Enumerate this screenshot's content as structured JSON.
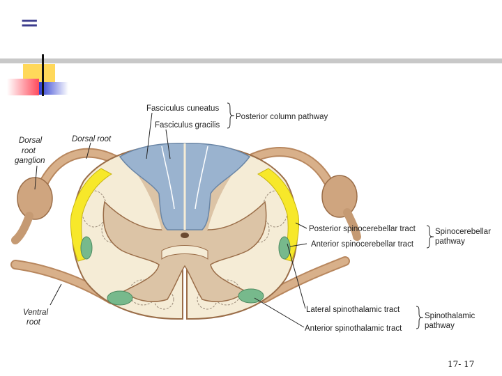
{
  "header": {
    "menu_glyph": "="
  },
  "diagram": {
    "labels": {
      "fasciculus_cuneatus": "Fasciculus cuneatus",
      "fasciculus_gracilis": "Fasciculus gracilis",
      "posterior_column_pathway": "Posterior column pathway",
      "dorsal_root_ganglion": [
        "Dorsal",
        "root",
        "ganglion"
      ],
      "dorsal_root": "Dorsal root",
      "posterior_spinocerebellar": "Posterior spinocerebellar tract",
      "anterior_spinocerebellar": "Anterior spinocerebellar tract",
      "spinocerebellar_pathway": [
        "Spinocerebellar",
        "pathway"
      ],
      "lateral_spinothalamic": "Lateral spinothalamic tract",
      "anterior_spinothalamic": "Anterior spinothalamic tract",
      "spinothalamic_pathway": [
        "Spinothalamic",
        "pathway"
      ],
      "ventral_root": [
        "Ventral",
        "root"
      ]
    },
    "colors": {
      "white_matter": "#f5ecd6",
      "gray_matter": "#dcc4a6",
      "posterior_column": "#9ab3cf",
      "spinocerebellar": "#f7e82a",
      "spinothalamic": "#77b98c",
      "root": "#cfa57f"
    }
  },
  "footer": {
    "page_number": "17- 17"
  }
}
